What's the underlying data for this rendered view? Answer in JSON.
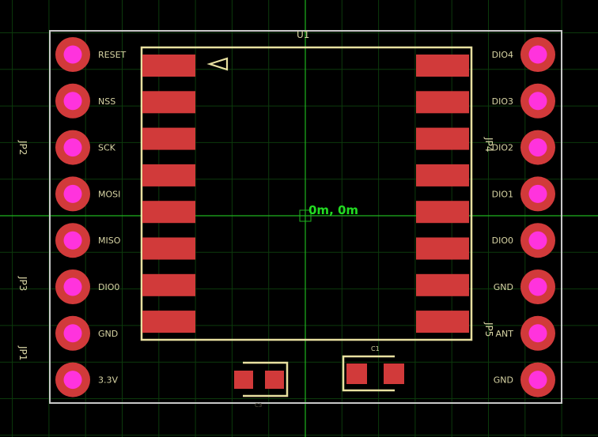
{
  "colors": {
    "background": "#000000",
    "grid": "#0c3a0c",
    "axis": "#1fb21f",
    "board_outline": "#c8c8c8",
    "silkscreen": "#e8e0a0",
    "copper": "#d13a3a",
    "drill": "#ff33dd",
    "origin_text": "#22dd22"
  },
  "origin_readout": "0m, 0m",
  "components": {
    "u1": {
      "ref": "U1"
    },
    "jp1": {
      "ref": "JP1"
    },
    "jp2": {
      "ref": "JP2"
    },
    "jp3": {
      "ref": "JP3"
    },
    "jp4": {
      "ref": "JP4"
    },
    "jp5": {
      "ref": "JP5"
    },
    "c1": {
      "ref": "C1"
    },
    "c3": {
      "ref": "C3"
    }
  },
  "left_pins": [
    "RESET",
    "NSS",
    "SCK",
    "MOSI",
    "MISO",
    "DIO0",
    "GND",
    "3.3V"
  ],
  "right_pins": [
    "DIO4",
    "DIO3",
    "DIO2",
    "DIO1",
    "DIO0",
    "GND",
    "ANT",
    "GND"
  ]
}
